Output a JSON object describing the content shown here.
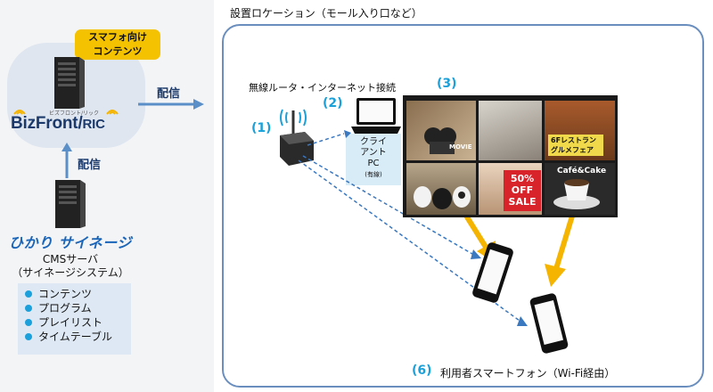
{
  "badge": {
    "line1": "スマフォ向け",
    "line2": "コンテンツ"
  },
  "brand": {
    "name": "BizFront",
    "suffix": "RIC",
    "subtitle": "ビズフロント/リック"
  },
  "arrows": {
    "deliver_right": "配信",
    "deliver_up": "配信"
  },
  "signage_brand": "ひかり サイネージ",
  "cms": {
    "line1": "CMSサーバ",
    "line2": "（サイネージシステム）"
  },
  "cms_items": [
    "コンテンツ",
    "プログラム",
    "プレイリスト",
    "タイムテーブル"
  ],
  "location_title": "設置ロケーション（モール入り口など）",
  "router_label": "無線ルータ・インターネット接続",
  "steps": {
    "s1": "(1)",
    "s2": "(2)",
    "s3": "(3)",
    "s6": "(6)"
  },
  "client_pc": {
    "line1": "クライ",
    "line2": "アント",
    "line3": "PC",
    "line4": "(有線)"
  },
  "screen_tiles": {
    "restaurant": {
      "line1": "6Fレストラン",
      "line2": "グルメフェア"
    },
    "sale": {
      "line1": "50%",
      "line2": "OFF",
      "line3": "SALE"
    },
    "cafe": "Café&Cake",
    "movie": "MOVIE"
  },
  "smartphone_label": "利用者スマートフォン（Wi-Fi経由）",
  "colors": {
    "accent_blue": "#1ba0d8",
    "brand_navy": "#1b3a6b",
    "badge_yellow": "#f4c200",
    "arrow_yellow": "#f4b400",
    "arrow_blue": "#5b8fc7"
  }
}
